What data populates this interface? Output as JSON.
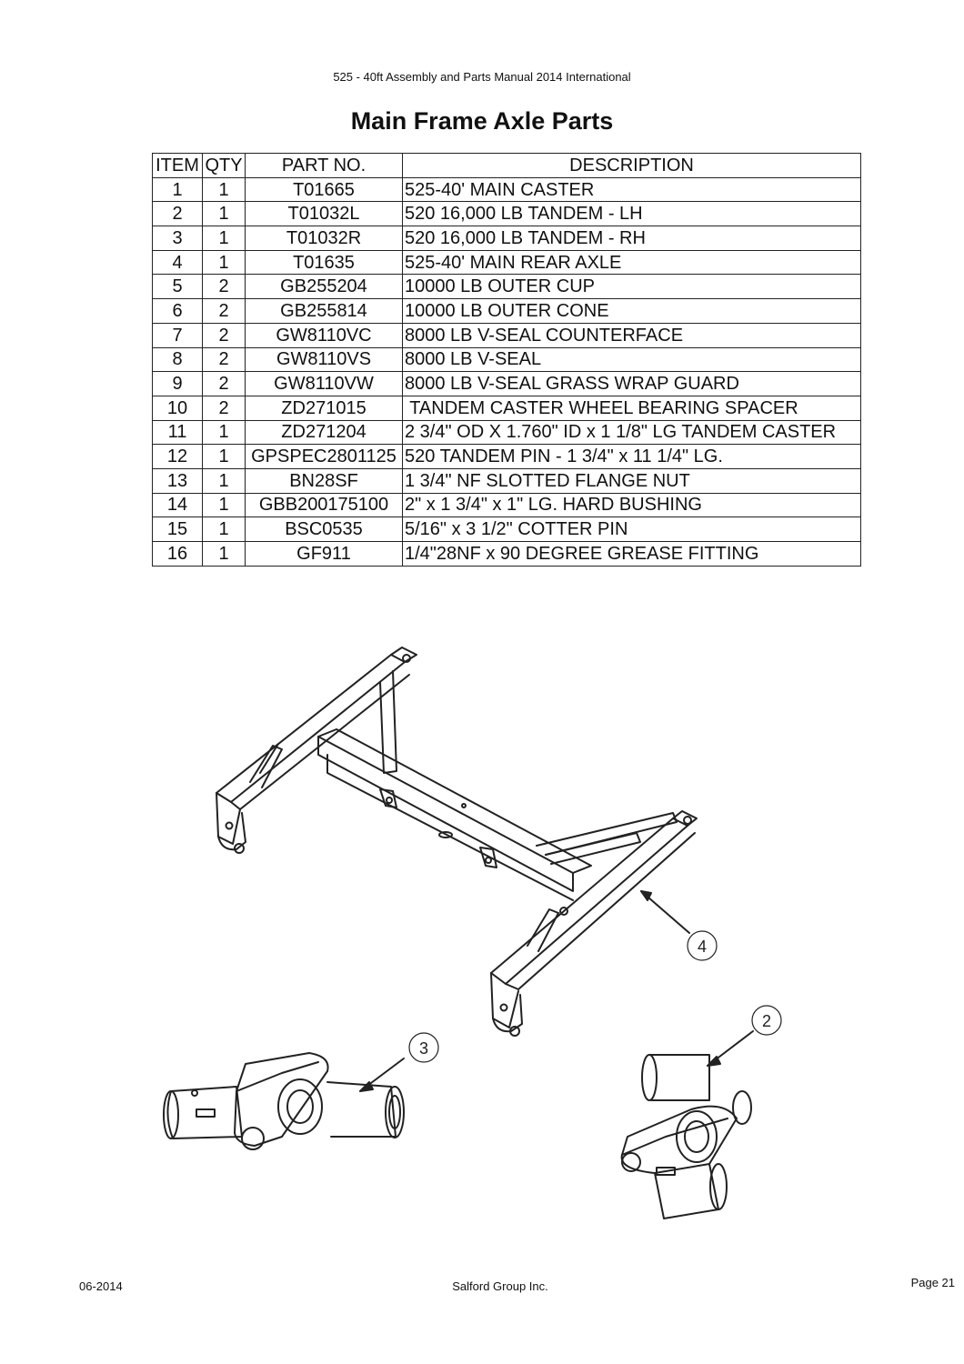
{
  "header": {
    "doc_title": "525 - 40ft Assembly and Parts Manual 2014 International"
  },
  "page_title": "Main Frame Axle Parts",
  "table": {
    "columns": [
      "ITEM",
      "QTY",
      "PART NO.",
      "DESCRIPTION"
    ],
    "rows": [
      [
        "1",
        "1",
        "T01665",
        "525-40' MAIN CASTER"
      ],
      [
        "2",
        "1",
        "T01032L",
        "520 16,000 LB TANDEM - LH"
      ],
      [
        "3",
        "1",
        "T01032R",
        "520 16,000 LB TANDEM - RH"
      ],
      [
        "4",
        "1",
        "T01635",
        "525-40' MAIN REAR AXLE"
      ],
      [
        "5",
        "2",
        "GB255204",
        "10000 LB OUTER CUP"
      ],
      [
        "6",
        "2",
        "GB255814",
        "10000 LB OUTER CONE"
      ],
      [
        "7",
        "2",
        "GW8110VC",
        "8000 LB V-SEAL COUNTERFACE"
      ],
      [
        "8",
        "2",
        "GW8110VS",
        "8000 LB V-SEAL"
      ],
      [
        "9",
        "2",
        "GW8110VW",
        "8000 LB V-SEAL GRASS WRAP GUARD"
      ],
      [
        "10",
        "2",
        "ZD271015",
        " TANDEM CASTER WHEEL BEARING SPACER"
      ],
      [
        "11",
        "1",
        "ZD271204",
        "2 3/4\" OD X 1.760\" ID x 1 1/8\" LG TANDEM CASTER"
      ],
      [
        "12",
        "1",
        "GPSPEC2801125",
        "520 TANDEM PIN - 1 3/4\" x 11 1/4\" LG."
      ],
      [
        "13",
        "1",
        "BN28SF",
        "1 3/4\" NF SLOTTED FLANGE NUT"
      ],
      [
        "14",
        "1",
        "GBB200175100",
        "2\" x 1 3/4\" x 1\" LG. HARD BUSHING"
      ],
      [
        "15",
        "1",
        "BSC0535",
        "5/16\" x 3 1/2\" COTTER PIN"
      ],
      [
        "16",
        "1",
        "GF911",
        "1/4\"28NF x 90 DEGREE GREASE FITTING"
      ]
    ]
  },
  "callouts": {
    "axle": "4",
    "tandem_rh": "3",
    "tandem_lh": "2"
  },
  "footer": {
    "date": "06-2014",
    "company": "Salford Group Inc.",
    "page": "Page 21"
  }
}
